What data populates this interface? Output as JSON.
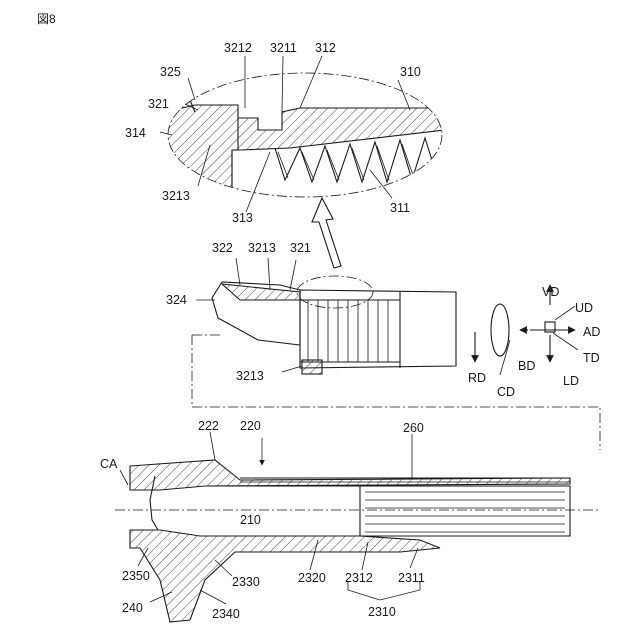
{
  "figure": {
    "title": "図8"
  },
  "labels": {
    "l325": "325",
    "l3212": "3212",
    "l3211": "3211",
    "l312": "312",
    "l310": "310",
    "l321a": "321",
    "l314": "314",
    "l3213a": "3213",
    "l313": "313",
    "l311": "311",
    "l322": "322",
    "l3213b": "3213",
    "l321b": "321",
    "l324": "324",
    "l3213c": "3213",
    "lVD": "VD",
    "lUD": "UD",
    "lAD": "AD",
    "lBD": "BD",
    "lTD": "TD",
    "lLD": "LD",
    "lRD": "RD",
    "lCD": "CD",
    "lCA": "CA",
    "l222": "222",
    "l220": "220",
    "l260": "260",
    "l210": "210",
    "l2350": "2350",
    "l2330": "2330",
    "l2320": "2320",
    "l2312": "2312",
    "l2311": "2311",
    "l240": "240",
    "l2340": "2340",
    "l2310": "2310"
  },
  "colors": {
    "ink": "#1a1a1a",
    "background": "#ffffff"
  }
}
